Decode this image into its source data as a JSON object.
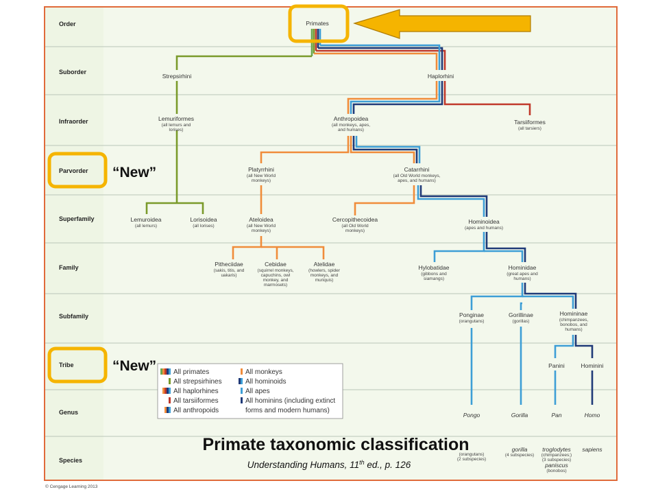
{
  "ranks": [
    "Order",
    "Suborder",
    "Infraorder",
    "Parvorder",
    "Superfamily",
    "Family",
    "Subfamily",
    "Tribe",
    "Genus",
    "Species"
  ],
  "nodes": {
    "primates": {
      "name": "Primates"
    },
    "strepsirhini": {
      "name": "Strepsirhini"
    },
    "haplorhini": {
      "name": "Haplorhini"
    },
    "lemuriformes": {
      "name": "Lemuriformes",
      "desc": [
        "(all lemurs and",
        "lorises)"
      ]
    },
    "anthropoidea": {
      "name": "Anthropoidea",
      "desc": [
        "(all monkeys, apes,",
        "and humans)"
      ]
    },
    "tarsiiformes": {
      "name": "Tarsiiformes",
      "desc": [
        "(all tarsiers)"
      ]
    },
    "platyrrhini": {
      "name": "Platyrrhini",
      "desc": [
        "(all New World",
        "monkeys)"
      ]
    },
    "catarrhini": {
      "name": "Catarrhini",
      "desc": [
        "(all Old World monkeys,",
        "apes, and humans)"
      ]
    },
    "lemuroidea": {
      "name": "Lemuroidea",
      "desc": [
        "(all lemurs)"
      ]
    },
    "lorisoidea": {
      "name": "Lorisoidea",
      "desc": [
        "(all lorises)"
      ]
    },
    "ateloidea": {
      "name": "Ateloidea",
      "desc": [
        "(all New World",
        "monkeys)"
      ]
    },
    "cercopithecoidea": {
      "name": "Cercopithecoidea",
      "desc": [
        "(all Old World",
        "monkeys)"
      ]
    },
    "hominoidea": {
      "name": "Hominoidea",
      "desc": [
        "(apes and humans)"
      ]
    },
    "pitheciidae": {
      "name": "Pitheciidae",
      "desc": [
        "(sakis, titis, and",
        "uakaris)"
      ]
    },
    "cebidae": {
      "name": "Cebidae",
      "desc": [
        "(squirrel monkeys,",
        "capuchins, owl",
        "monkey, and",
        "marmosets)"
      ]
    },
    "atelidae": {
      "name": "Atelidae",
      "desc": [
        "(howlers, spider",
        "monkeys, and",
        "muriquis)"
      ]
    },
    "hylobatidae": {
      "name": "Hylobatidae",
      "desc": [
        "(gibbons and",
        "siamangs)"
      ]
    },
    "hominidae": {
      "name": "Hominidae",
      "desc": [
        "(great apes and",
        "humans)"
      ]
    },
    "ponginae": {
      "name": "Ponginae",
      "desc": [
        "(orangutans)"
      ]
    },
    "gorillinae": {
      "name": "Gorillinae",
      "desc": [
        "(gorillas)"
      ]
    },
    "homininae": {
      "name": "Homininae",
      "desc": [
        "(chimpanzees,",
        "bonobos, and",
        "humans)"
      ]
    },
    "panini": {
      "name": "Panini"
    },
    "hominini": {
      "name": "Hominini"
    },
    "pongo": {
      "name": "Pongo"
    },
    "gorilla_genus": {
      "name": "Gorilla"
    },
    "pan": {
      "name": "Pan"
    },
    "homo": {
      "name": "Homo"
    }
  },
  "species": {
    "pongo": {
      "desc": [
        "(orangutans)",
        "(2 subspecies)"
      ]
    },
    "gorilla": {
      "name": "gorilla",
      "desc": [
        "(4 subspecies)"
      ]
    },
    "troglodytes": {
      "name": "troglodytes",
      "desc": [
        "(chimpanzees;)",
        "(3 subspecies)"
      ]
    },
    "paniscus": {
      "name": "paniscus",
      "desc": [
        "(bonobos)"
      ]
    },
    "sapiens": {
      "name": "sapiens"
    }
  },
  "legend": {
    "left": [
      "All primates",
      "All strepsirhines",
      "All haplorhines",
      "All tarsiiformes",
      "All anthropoids"
    ],
    "right": [
      "All monkeys",
      "All hominoids",
      "All apes",
      "All hominins (including extinct",
      "forms and modern humans)"
    ]
  },
  "colors": {
    "primates": "#6aa84f",
    "strep": "#7a9a2a",
    "orange": "#f08c3a",
    "red": "#c0392b",
    "lightblue": "#3d9ed6",
    "navy": "#1f3a78",
    "highlight": "#f5b400",
    "frame": "#e06a3a"
  },
  "annotations": {
    "new1": "“New”",
    "new2": "“New”"
  },
  "title": "Primate taxonomic classification",
  "citation": {
    "book": "Understanding Humans, 11",
    "sup": "th",
    "rest": " ed., p. 126"
  },
  "copyright": "© Cengage Learning 2013"
}
